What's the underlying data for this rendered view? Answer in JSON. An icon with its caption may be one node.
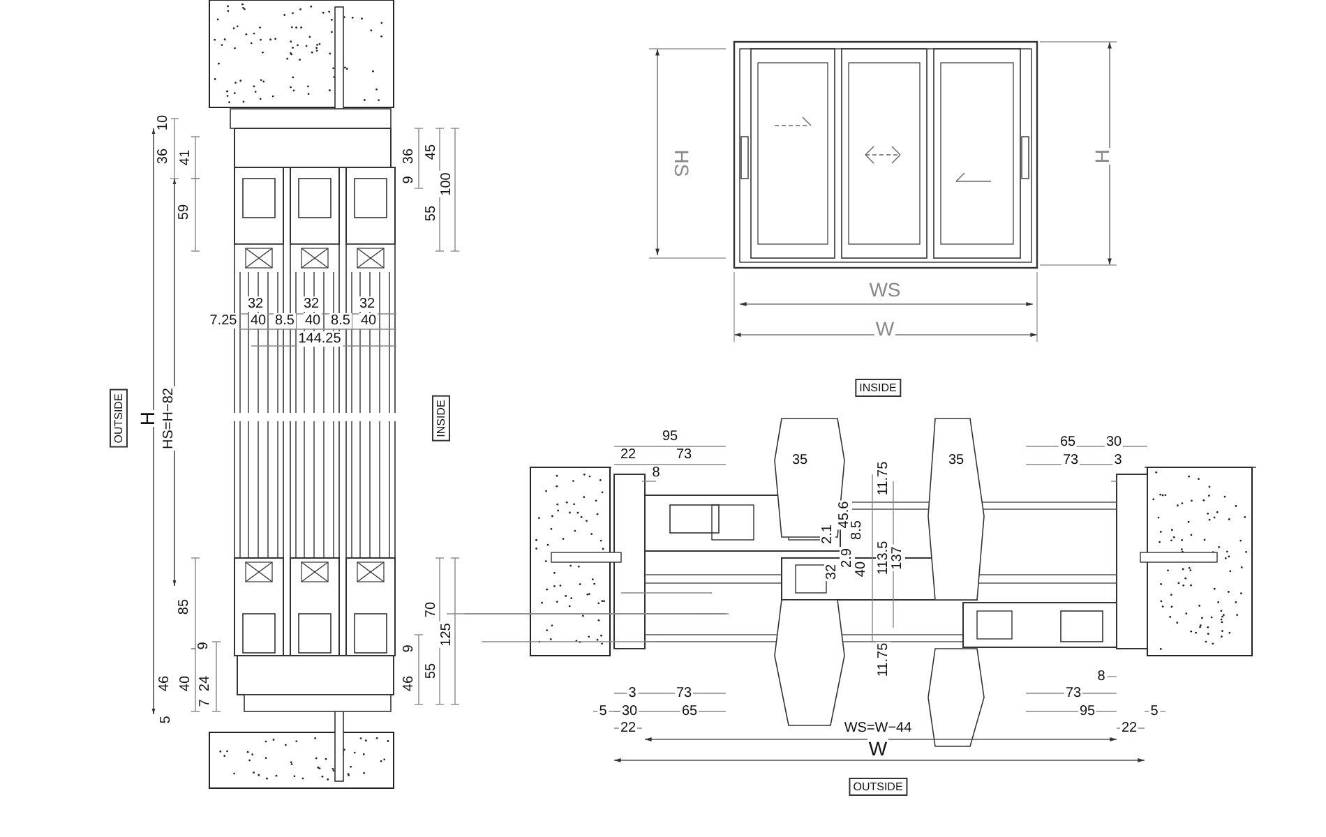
{
  "diagram": {
    "labels": [
      "10",
      "36",
      "41",
      "36",
      "45",
      "9",
      "100",
      "59",
      "55",
      "32",
      "32",
      "32",
      "7.25",
      "40",
      "8.5",
      "40",
      "8.5",
      "40",
      "144.25",
      "OUTSIDE",
      "H",
      "HS=H−82",
      "INSIDE",
      "85",
      "70",
      "125",
      "9",
      "9",
      "46",
      "40",
      "24",
      "7",
      "46",
      "55",
      "5",
      "HS",
      "H",
      "WS",
      "W",
      "INSIDE",
      "95",
      "22",
      "73",
      "8",
      "35",
      "11.75",
      "35",
      "65",
      "30",
      "73",
      "3",
      "2.1",
      "45.6",
      "8.5",
      "2.9",
      "32",
      "40",
      "113.5",
      "137",
      "11.75",
      "8",
      "3",
      "73",
      "73",
      "5",
      "30",
      "65",
      "95",
      "5",
      "22",
      "WS=W−44",
      "22",
      "W",
      "OUTSIDE"
    ]
  }
}
